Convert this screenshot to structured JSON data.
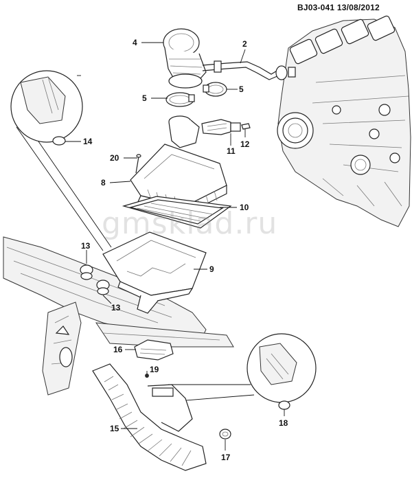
{
  "header": {
    "doc_id": "BJ03-041",
    "date": "13/08/2012"
  },
  "watermark": "gmsklad.ru",
  "callouts": {
    "c2": "2",
    "c4": "4",
    "c5a": "5",
    "c5b": "5",
    "c8": "8",
    "c9": "9",
    "c10": "10",
    "c11": "11",
    "c12": "12",
    "c13a": "13",
    "c13b": "13",
    "c14": "14",
    "c15": "15",
    "c16": "16",
    "c17": "17",
    "c18": "18",
    "c19": "19",
    "c20": "20"
  }
}
